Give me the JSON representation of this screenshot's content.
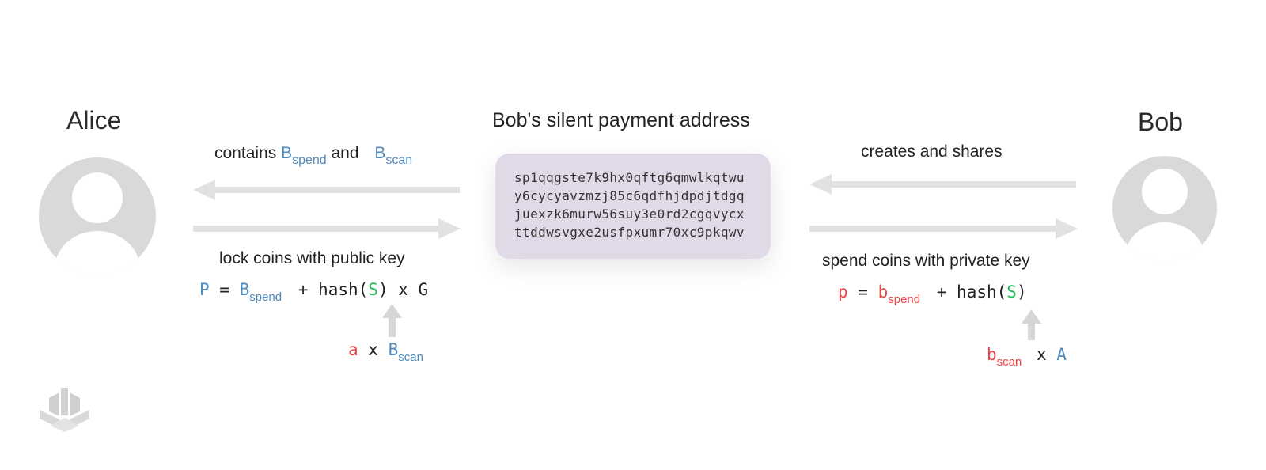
{
  "alice": {
    "name": "Alice"
  },
  "bob": {
    "name": "Bob"
  },
  "address": {
    "title": "Bob's silent payment address",
    "lines": [
      "sp1qqgste7k9hx0qftg6qmwlkqtwu",
      "y6cycyavzmzj85c6qdfhjdpdjtdgq",
      "juexzk6murw56suy3e0rd2cgqvycx",
      "ttddwsvgxe2usfpxumr70xc9pkqwv"
    ]
  },
  "left": {
    "contains": {
      "prefix": "contains ",
      "b1": "B",
      "b1_sub": "spend",
      "and": " and ",
      "b2": "B",
      "b2_sub": "scan"
    },
    "lock_caption": "lock coins with public key",
    "formula": {
      "P": "P",
      "eq": " = ",
      "B": "B",
      "B_sub": "spend",
      "plus": " + hash(",
      "S": "S",
      "close": ") x G"
    },
    "shared": {
      "a": "a",
      "x": " x ",
      "B": "B",
      "B_sub": "scan"
    }
  },
  "right": {
    "creates_caption": "creates and shares",
    "spend_caption": "spend coins with private key",
    "formula": {
      "p": "p",
      "eq": " = ",
      "b": "b",
      "b_sub": "spend",
      "plus": " + hash(",
      "S": "S",
      "close": ")"
    },
    "shared": {
      "b": "b",
      "b_sub": "scan",
      "x": " x ",
      "A": "A"
    }
  },
  "icons": {
    "alice_avatar": "person-avatar-icon",
    "bob_avatar": "person-avatar-icon",
    "logo": "stacked-cube-logo-icon"
  },
  "colors": {
    "blue": "#4f8bbf",
    "red": "#ee4444",
    "green": "#22bb55",
    "arrow": "#e2e2e2",
    "box": "#e2d9e8"
  }
}
